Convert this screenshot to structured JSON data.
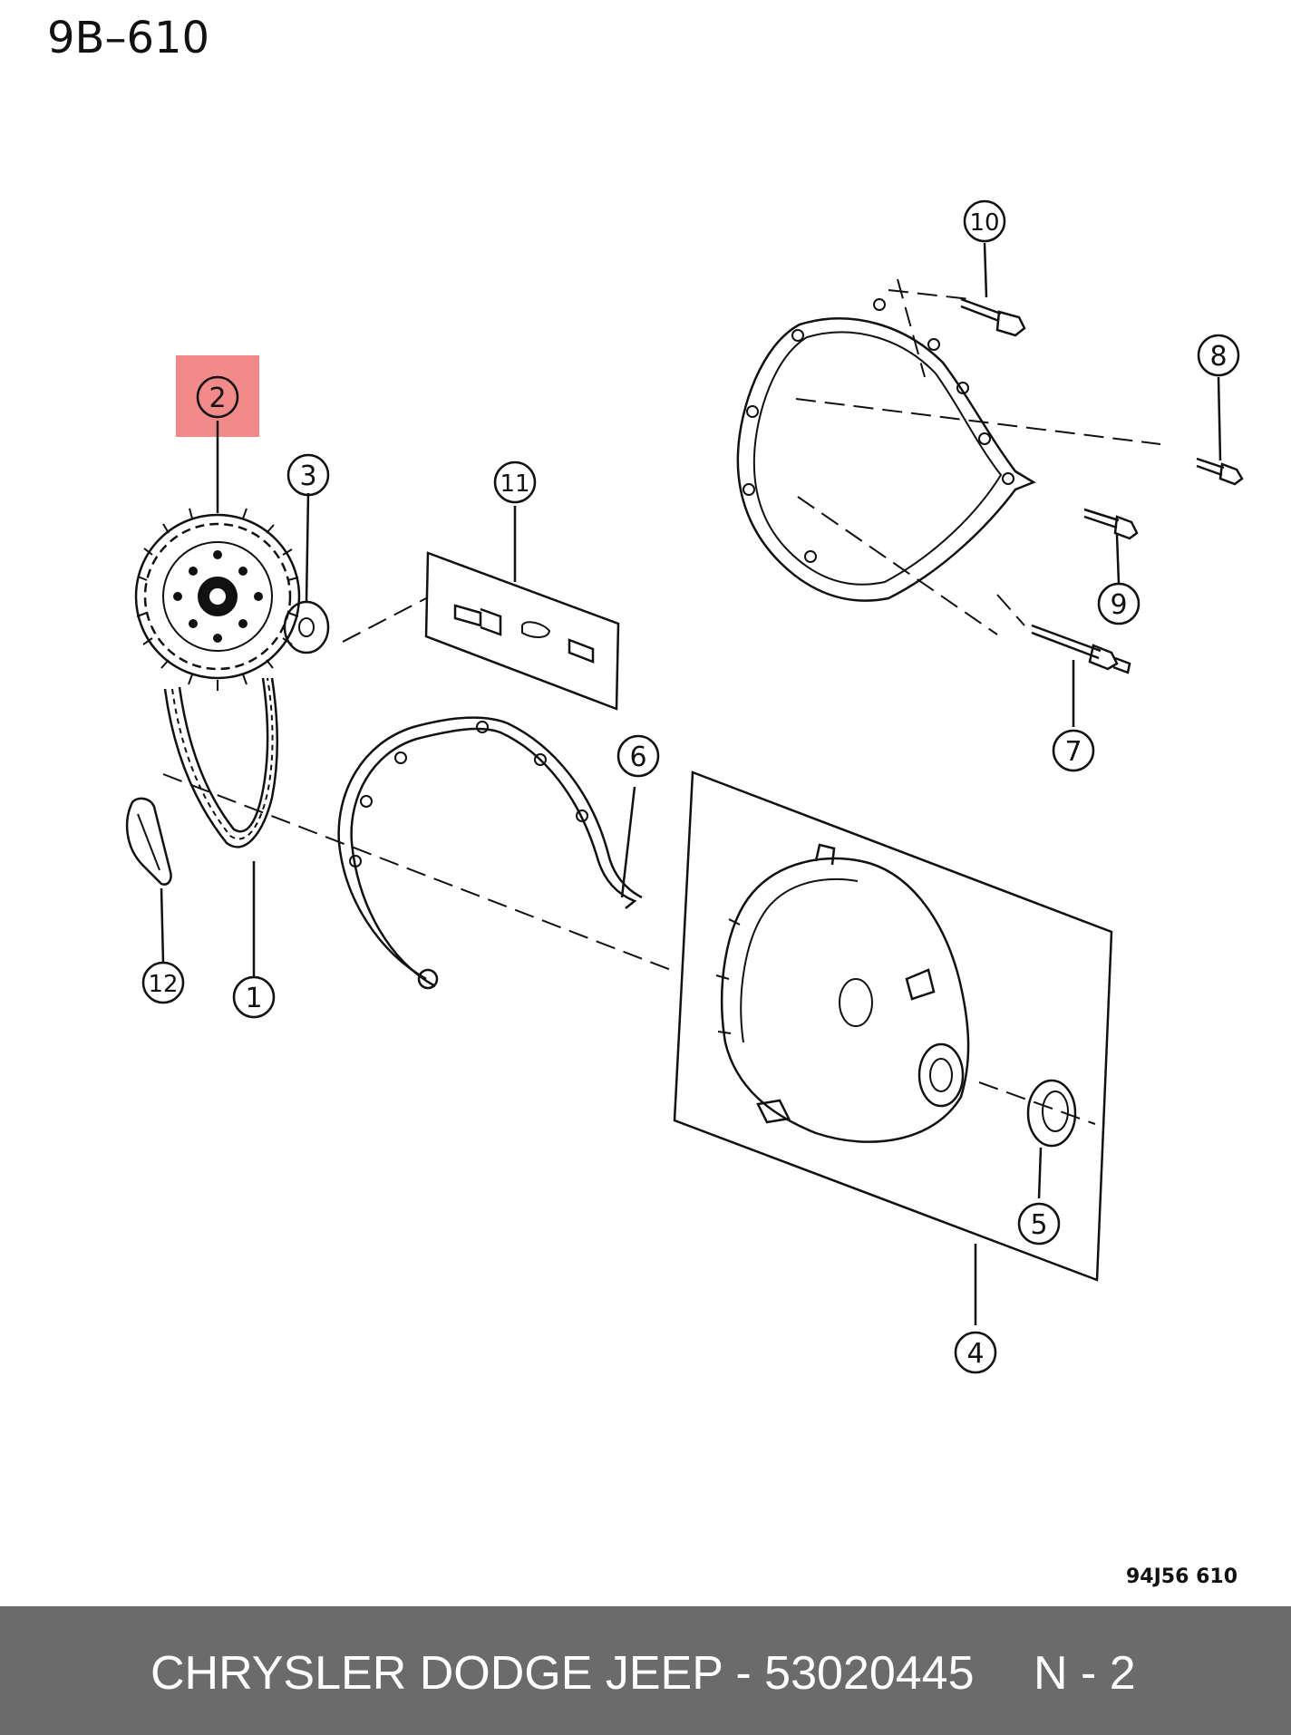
{
  "page_code": "9B–610",
  "drawing_code": "94J56  610",
  "highlight_color": "#f28a8a",
  "footer": {
    "brand_part": "CHRYSLER DODGE JEEP - 53020445",
    "page_ref": "N - 2",
    "background": "#6b6b6b",
    "text_color": "#ffffff"
  },
  "callouts": [
    {
      "id": "1",
      "label": "1"
    },
    {
      "id": "2",
      "label": "2",
      "highlighted": true
    },
    {
      "id": "3",
      "label": "3"
    },
    {
      "id": "4",
      "label": "4"
    },
    {
      "id": "5",
      "label": "5"
    },
    {
      "id": "6",
      "label": "6"
    },
    {
      "id": "7",
      "label": "7"
    },
    {
      "id": "8",
      "label": "8"
    },
    {
      "id": "9",
      "label": "9"
    },
    {
      "id": "10",
      "label": "10"
    },
    {
      "id": "11",
      "label": "11"
    },
    {
      "id": "12",
      "label": "12"
    }
  ]
}
